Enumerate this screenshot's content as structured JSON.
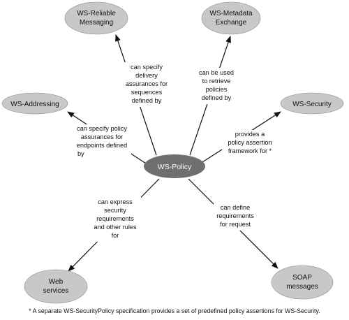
{
  "diagram": {
    "center": {
      "label": "WS-Policy",
      "color": "#6f6f6f"
    },
    "node_color": "#c8c8c8",
    "nodes": [
      {
        "id": "reliable",
        "lines": [
          "WS-Reliable",
          "Messaging"
        ]
      },
      {
        "id": "metadata",
        "lines": [
          "WS-Metadata",
          "Exchange"
        ]
      },
      {
        "id": "addressing",
        "lines": [
          "WS-Addressing"
        ]
      },
      {
        "id": "security",
        "lines": [
          "WS-Security"
        ]
      },
      {
        "id": "web",
        "lines": [
          "Web",
          "services"
        ]
      },
      {
        "id": "soap",
        "lines": [
          "SOAP",
          "messages"
        ]
      }
    ],
    "edges": [
      {
        "id": "reliable",
        "lines": [
          "can specify",
          "delivery",
          "assurances for",
          "sequences",
          "defined by"
        ]
      },
      {
        "id": "metadata",
        "lines": [
          "can be used",
          "to retrieve",
          "policies",
          "defined by"
        ]
      },
      {
        "id": "addressing",
        "lines": [
          "can specify policy",
          "assurances for",
          "endpoints defined",
          "by"
        ]
      },
      {
        "id": "security",
        "lines": [
          "provides a",
          "policy assertion",
          "framework for *"
        ]
      },
      {
        "id": "web",
        "lines": [
          "can express",
          "security",
          "requirements",
          "and other rules",
          "for"
        ]
      },
      {
        "id": "soap",
        "lines": [
          "can define",
          "requirements",
          "for request"
        ]
      }
    ],
    "footnote": "* A separate WS-SecurityPolicy specification provides a set of predefined policy assertions for WS-Security."
  }
}
